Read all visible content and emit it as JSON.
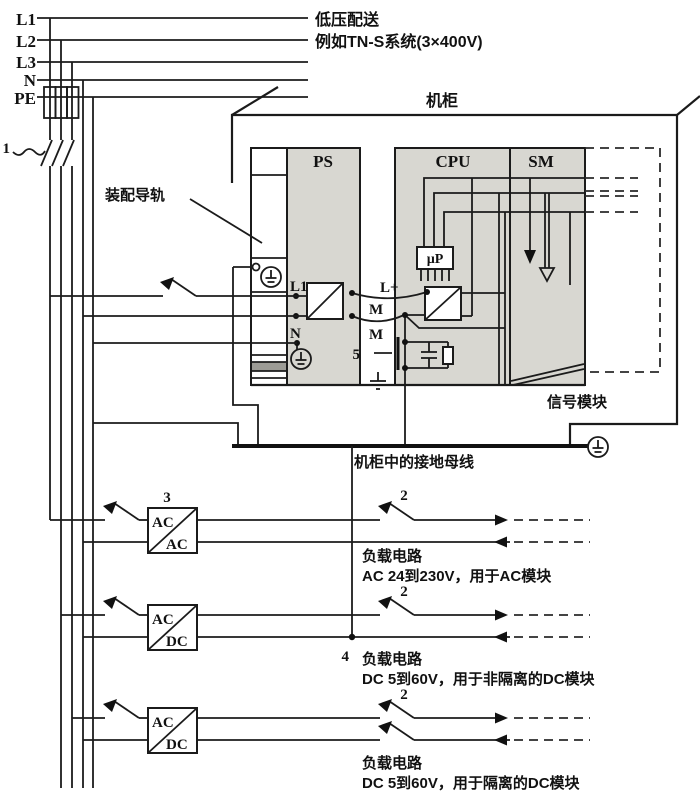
{
  "title": {
    "line1": "低压配送",
    "line2": "例如TN-S系统(3×400V)"
  },
  "supply": {
    "l1": "L1",
    "l2": "L2",
    "l3": "L3",
    "n": "N",
    "pe": "PE"
  },
  "cabinet": {
    "label": "机柜",
    "mounting_rail": "装配导轨",
    "ground_bus": "机柜中的接地母线",
    "signal_module": "信号模块"
  },
  "modules": {
    "ps": "PS",
    "cpu": "CPU",
    "sm": "SM",
    "mcu": "µP"
  },
  "terminals": {
    "l1": "L1",
    "n": "N",
    "l_plus": "L+",
    "m_upper": "M",
    "m_lower": "M"
  },
  "refs": {
    "breaker": "1",
    "sw2_1": "2",
    "sw2_2": "2",
    "sw2_3": "2",
    "ref3": "3",
    "ref4": "4",
    "ref5": "5"
  },
  "converters": {
    "c1": {
      "top": "AC",
      "bottom": "AC"
    },
    "c2": {
      "top": "AC",
      "bottom": "DC"
    },
    "c3": {
      "top": "AC",
      "bottom": "DC"
    }
  },
  "circuits": [
    {
      "title": "负载电路",
      "desc": "AC 24到230V，用于AC模块"
    },
    {
      "title": "负载电路",
      "desc": "DC 5到60V，用于非隔离的DC模块"
    },
    {
      "title": "负载电路",
      "desc": "DC 5到60V，用于隔离的DC模块"
    }
  ]
}
